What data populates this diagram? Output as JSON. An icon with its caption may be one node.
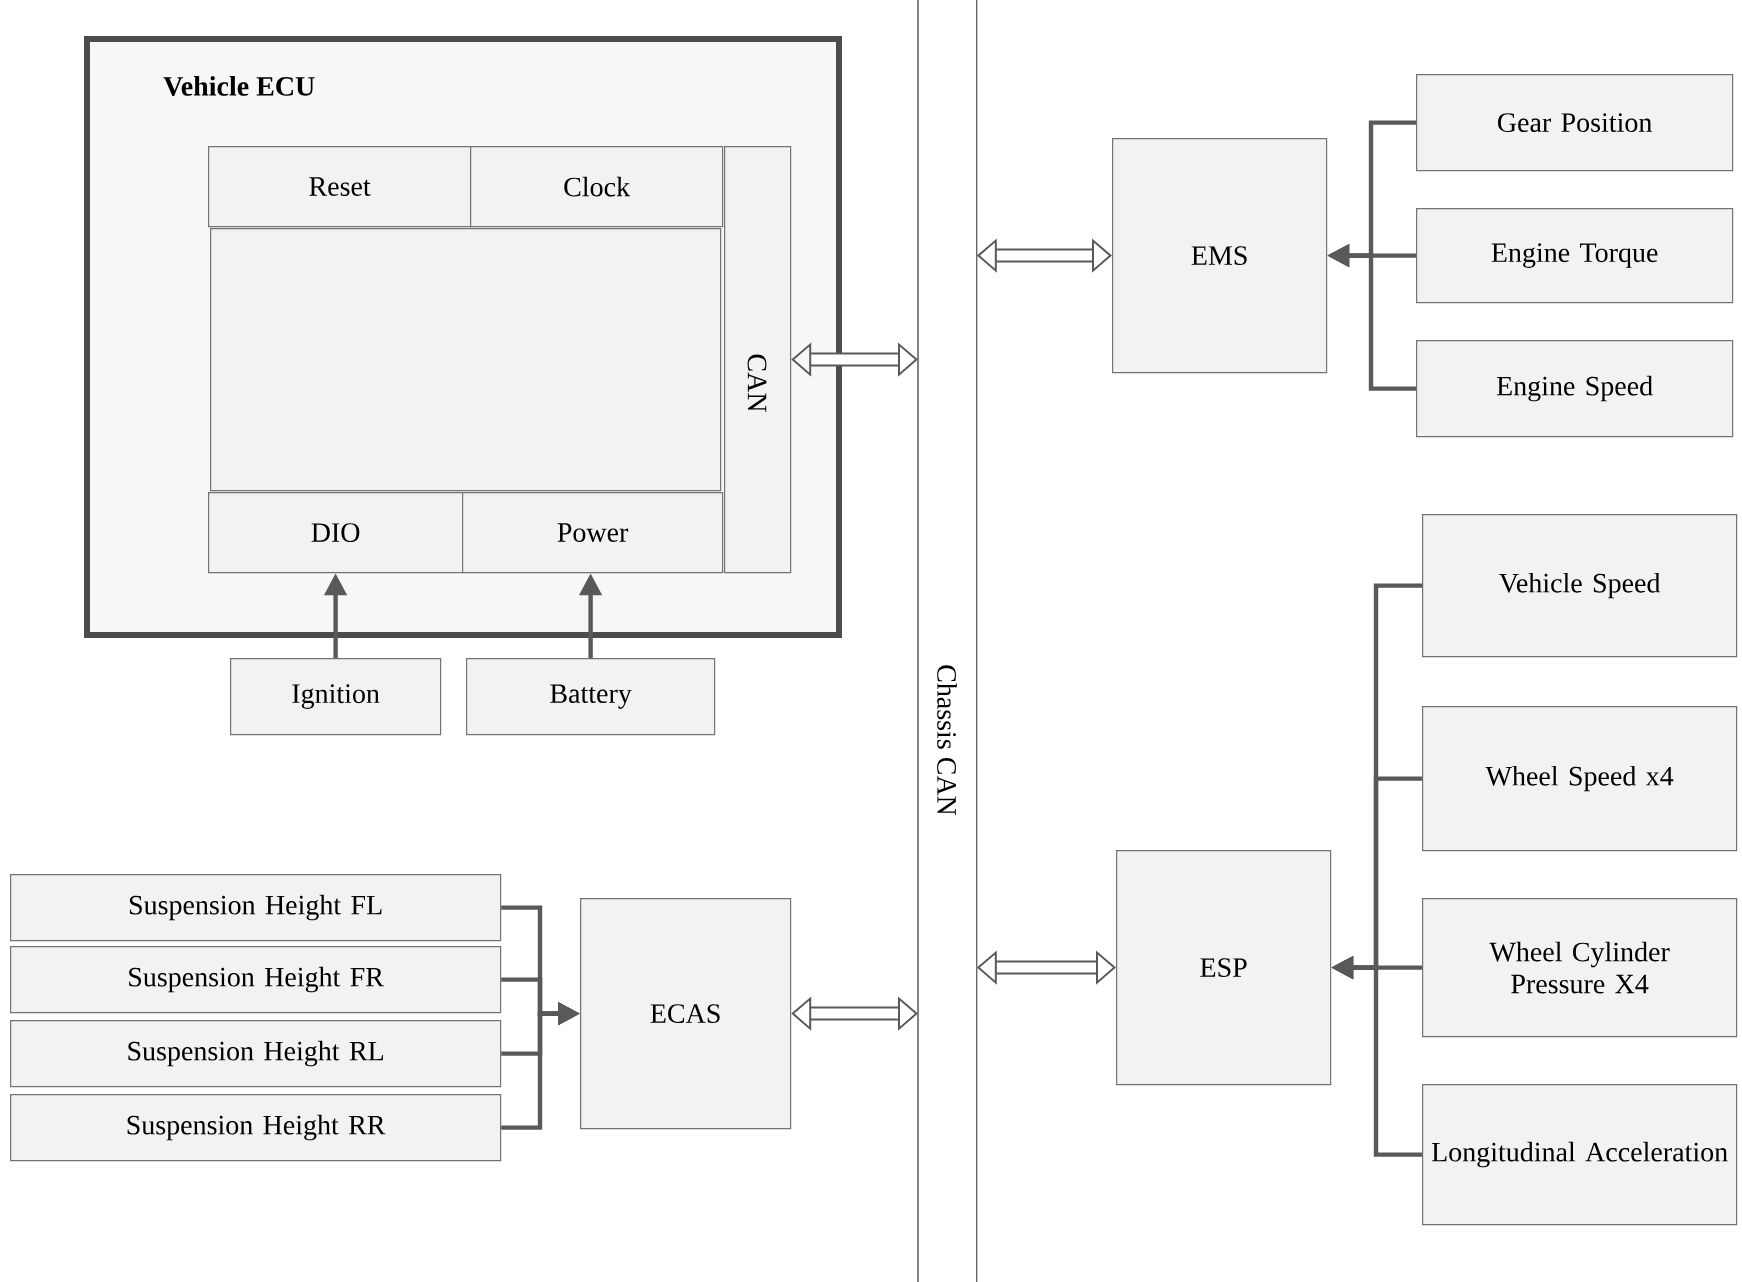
{
  "diagram": {
    "nodes": [
      {
        "text": [
          "Vehicle ECU"
        ]
      },
      {
        "text": [
          "Reset"
        ],
        "in": 0
      },
      {
        "text": [
          "Clock"
        ],
        "in": 0
      },
      {
        "text": [],
        "shape": "box",
        "in": 0
      },
      {
        "text": [
          "CAN"
        ],
        "in": 0
      },
      {
        "text": [
          "DIO"
        ],
        "in": 0
      },
      {
        "text": [
          "Power"
        ],
        "in": 0
      },
      {
        "text": [
          "Ignition"
        ]
      },
      {
        "text": [
          "Battery"
        ]
      },
      {
        "text": [
          "Chassis CAN"
        ]
      },
      {
        "text": [
          "EMS"
        ]
      },
      {
        "text": [
          "Gear Position"
        ]
      },
      {
        "text": [
          "Engine Torque"
        ]
      },
      {
        "text": [
          "Engine Speed"
        ]
      },
      {
        "text": [
          "Vehicle Speed"
        ]
      },
      {
        "text": [
          "Wheel Speed x4"
        ]
      },
      {
        "text": [
          "Wheel Cylinder Pressure X4"
        ]
      },
      {
        "text": [
          "Longitudinal Acceleration"
        ]
      },
      {
        "text": [
          "ESP"
        ]
      },
      {
        "text": [
          "Suspension Height FL"
        ]
      },
      {
        "text": [
          "Suspension Height FR"
        ]
      },
      {
        "text": [
          "Suspension Height RL"
        ]
      },
      {
        "text": [
          "Suspension Height RR"
        ]
      },
      {
        "text": [
          "ECAS"
        ]
      }
    ],
    "edges": [
      {
        "from": 7,
        "to": 5,
        "arrow": "to"
      },
      {
        "from": 8,
        "to": 6,
        "arrow": "to"
      },
      {
        "from": 4,
        "to": 9,
        "arrow": "both",
        "style": "thick"
      },
      {
        "from": 10,
        "to": 9,
        "arrow": "both",
        "style": "thick"
      },
      {
        "from": 11,
        "to": 10,
        "arrow": "to"
      },
      {
        "from": 12,
        "to": 10,
        "arrow": "to"
      },
      {
        "from": 13,
        "to": 10,
        "arrow": "to"
      },
      {
        "from": 14,
        "to": 18,
        "arrow": "to"
      },
      {
        "from": 15,
        "to": 18,
        "arrow": "to"
      },
      {
        "from": 16,
        "to": 18,
        "arrow": "to"
      },
      {
        "from": 17,
        "to": 18,
        "arrow": "to"
      },
      {
        "from": 18,
        "to": 9,
        "arrow": "both",
        "style": "thick"
      },
      {
        "from": 19,
        "to": 23,
        "arrow": "to"
      },
      {
        "from": 20,
        "to": 23,
        "arrow": "to"
      },
      {
        "from": 21,
        "to": 23,
        "arrow": "to"
      },
      {
        "from": 22,
        "to": 23,
        "arrow": "to"
      },
      {
        "from": 23,
        "to": 9,
        "arrow": "both",
        "style": "thick"
      }
    ]
  }
}
